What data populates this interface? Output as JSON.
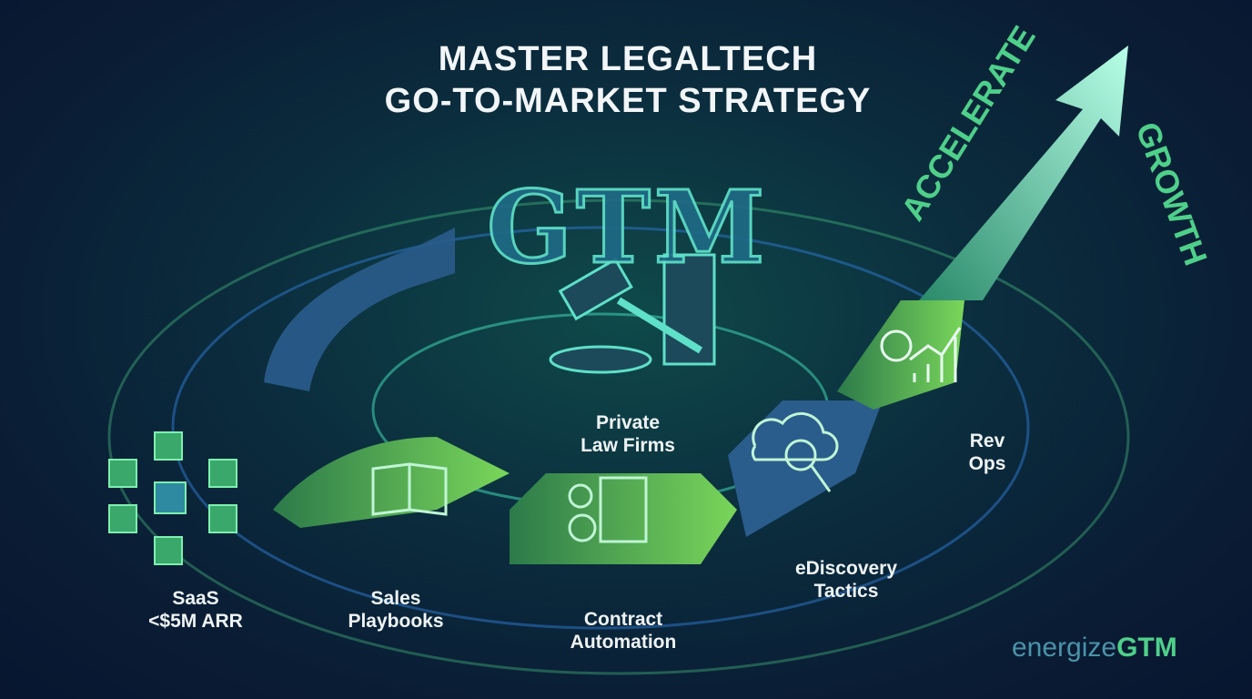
{
  "title": {
    "line1": "MASTER LEGALTECH",
    "line2": "GO-TO-MARKET STRATEGY"
  },
  "center_mark": "GTM",
  "arc_text": {
    "left": "ACCELERATE",
    "right": "GROWTH"
  },
  "stages": [
    {
      "label1": "SaaS",
      "label2": "<$5M ARR",
      "icon": "network-cubes-icon"
    },
    {
      "label1": "Sales",
      "label2": "Playbooks",
      "icon": "open-book-icon"
    },
    {
      "label1": "Contract",
      "label2": "Automation",
      "icon": "gears-document-icon"
    },
    {
      "label1": "eDiscovery",
      "label2": "Tactics",
      "icon": "cloud-search-icon"
    },
    {
      "label1": "Rev",
      "label2": "Ops",
      "icon": "gear-chart-icon"
    },
    {
      "label1": "Private",
      "label2": "Law Firms",
      "icon": "gavel-pillar-icon"
    }
  ],
  "logo": {
    "light": "energize",
    "bold": "GTM"
  },
  "colors": {
    "green": "#4fd08a",
    "teal": "#5fe0c8",
    "blue": "#2a5c8c"
  }
}
